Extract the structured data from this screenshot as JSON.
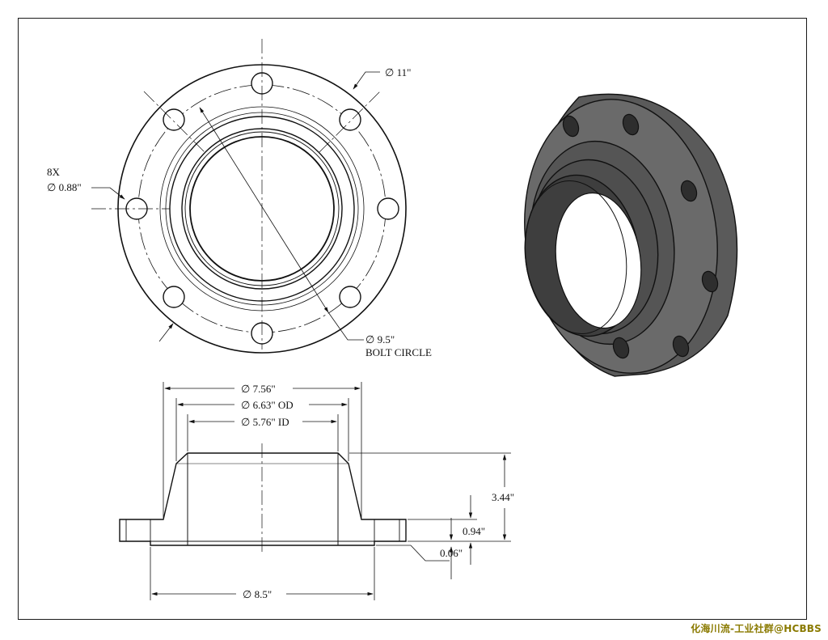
{
  "drawing": {
    "callouts": {
      "flange_od": "∅  11\"",
      "hole_count": "8X",
      "hole_diameter": "∅  0.88\"",
      "bolt_circle_dia": "∅  9.5\"",
      "bolt_circle_label": "BOLT CIRCLE",
      "hub_base_dia": "∅  7.56\"",
      "hub_od": "∅  6.63\" OD",
      "bore_id": "∅  5.76\" ID",
      "total_height": "3.44\"",
      "flange_thickness": "0.94\"",
      "raised_face": "0.06\"",
      "raised_face_dia": "∅  8.5\""
    }
  },
  "watermark": "化海川流-工业社群@HCBBS",
  "colors": {
    "line": "#111111",
    "solid_dark": "#4a4a4a",
    "solid_mid": "#5c5c5c",
    "solid_light": "#707070"
  }
}
